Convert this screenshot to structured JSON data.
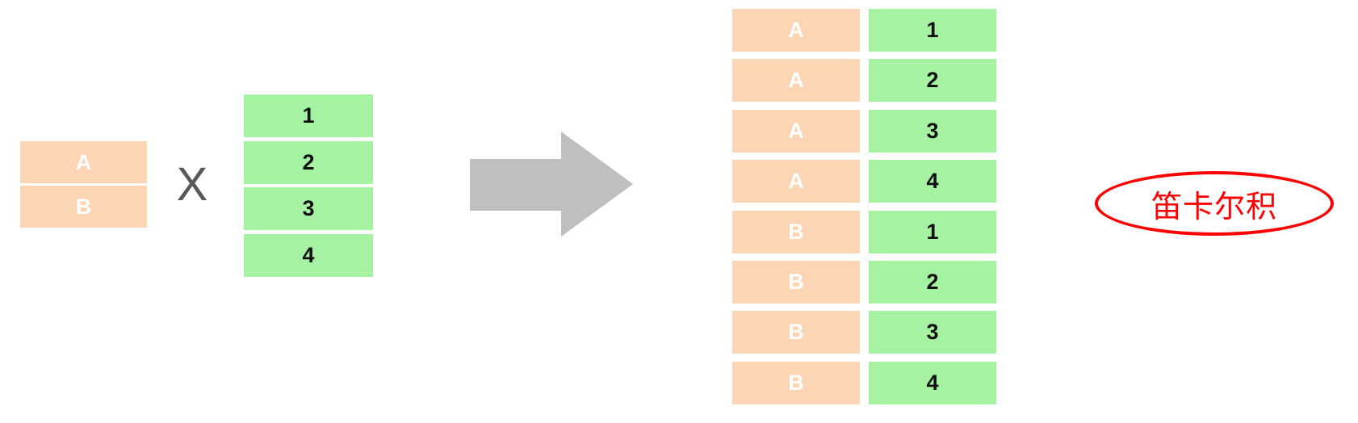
{
  "left_table": {
    "rows": [
      "A",
      "B"
    ]
  },
  "operator": "X",
  "values_table": {
    "rows": [
      "1",
      "2",
      "3",
      "4"
    ]
  },
  "result_table": {
    "rows": [
      [
        "A",
        "1"
      ],
      [
        "A",
        "2"
      ],
      [
        "A",
        "3"
      ],
      [
        "A",
        "4"
      ],
      [
        "B",
        "1"
      ],
      [
        "B",
        "2"
      ],
      [
        "B",
        "3"
      ],
      [
        "B",
        "4"
      ]
    ]
  },
  "annotation": {
    "label": "笛卡尔积"
  },
  "colors": {
    "letter_cell": "#FCD5B4",
    "number_cell": "#A5F3A2",
    "operator": "#595959",
    "arrow": "#BFBFBF",
    "annotation": "#FF0000"
  }
}
